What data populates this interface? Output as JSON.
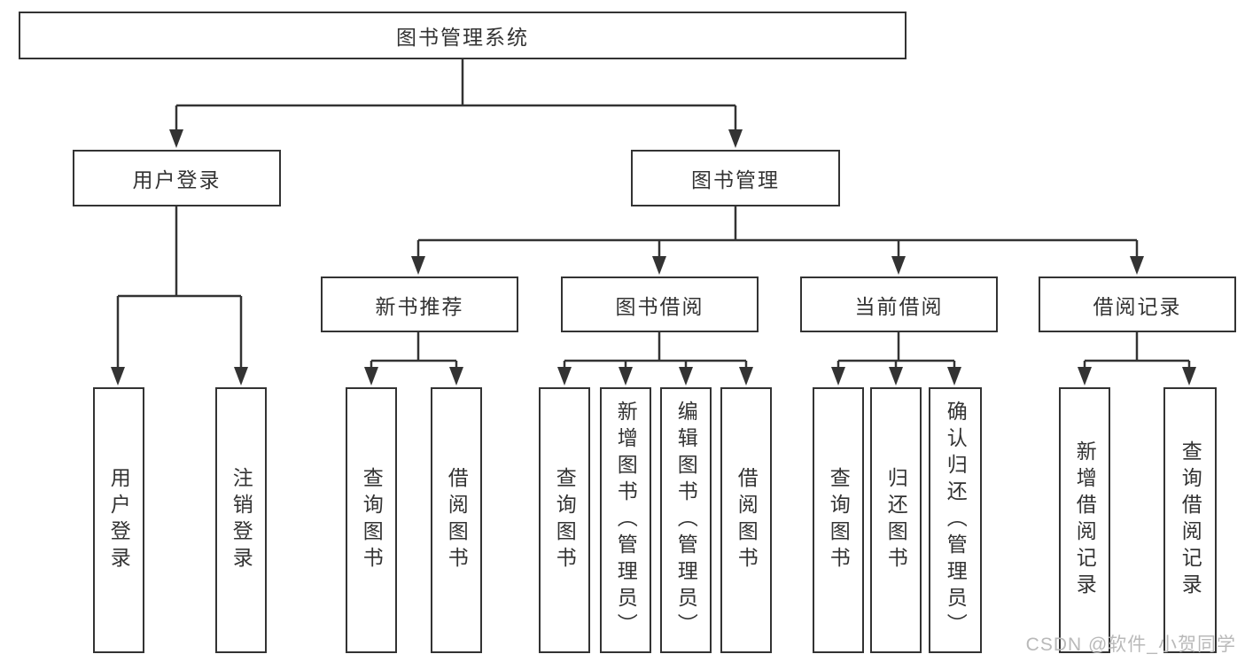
{
  "diagram": {
    "root": {
      "label": "图书管理系统"
    },
    "level2": [
      {
        "label": "用户登录"
      },
      {
        "label": "图书管理"
      }
    ],
    "level3": [
      {
        "label": "新书推荐"
      },
      {
        "label": "图书借阅"
      },
      {
        "label": "当前借阅"
      },
      {
        "label": "借阅记录"
      }
    ],
    "leaves": {
      "user_login": [
        {
          "label": "用户登录"
        },
        {
          "label": "注销登录"
        }
      ],
      "new_book_recommend": [
        {
          "label": "查询图书"
        },
        {
          "label": "借阅图书"
        }
      ],
      "book_borrow": [
        {
          "label": "查询图书"
        },
        {
          "label": "新增图书（管理员）"
        },
        {
          "label": "编辑图书（管理员）"
        },
        {
          "label": "借阅图书"
        }
      ],
      "current_borrow": [
        {
          "label": "查询图书"
        },
        {
          "label": "归还图书"
        },
        {
          "label": "确认归还（管理员）"
        }
      ],
      "borrow_record": [
        {
          "label": "新增借阅记录"
        },
        {
          "label": "查询借阅记录"
        }
      ]
    }
  },
  "watermark": {
    "text": "CSDN @软件_小贺同学"
  },
  "colors": {
    "line": "#333333",
    "text": "#333333",
    "background": "#ffffff",
    "watermark": "#b9b9b9"
  }
}
